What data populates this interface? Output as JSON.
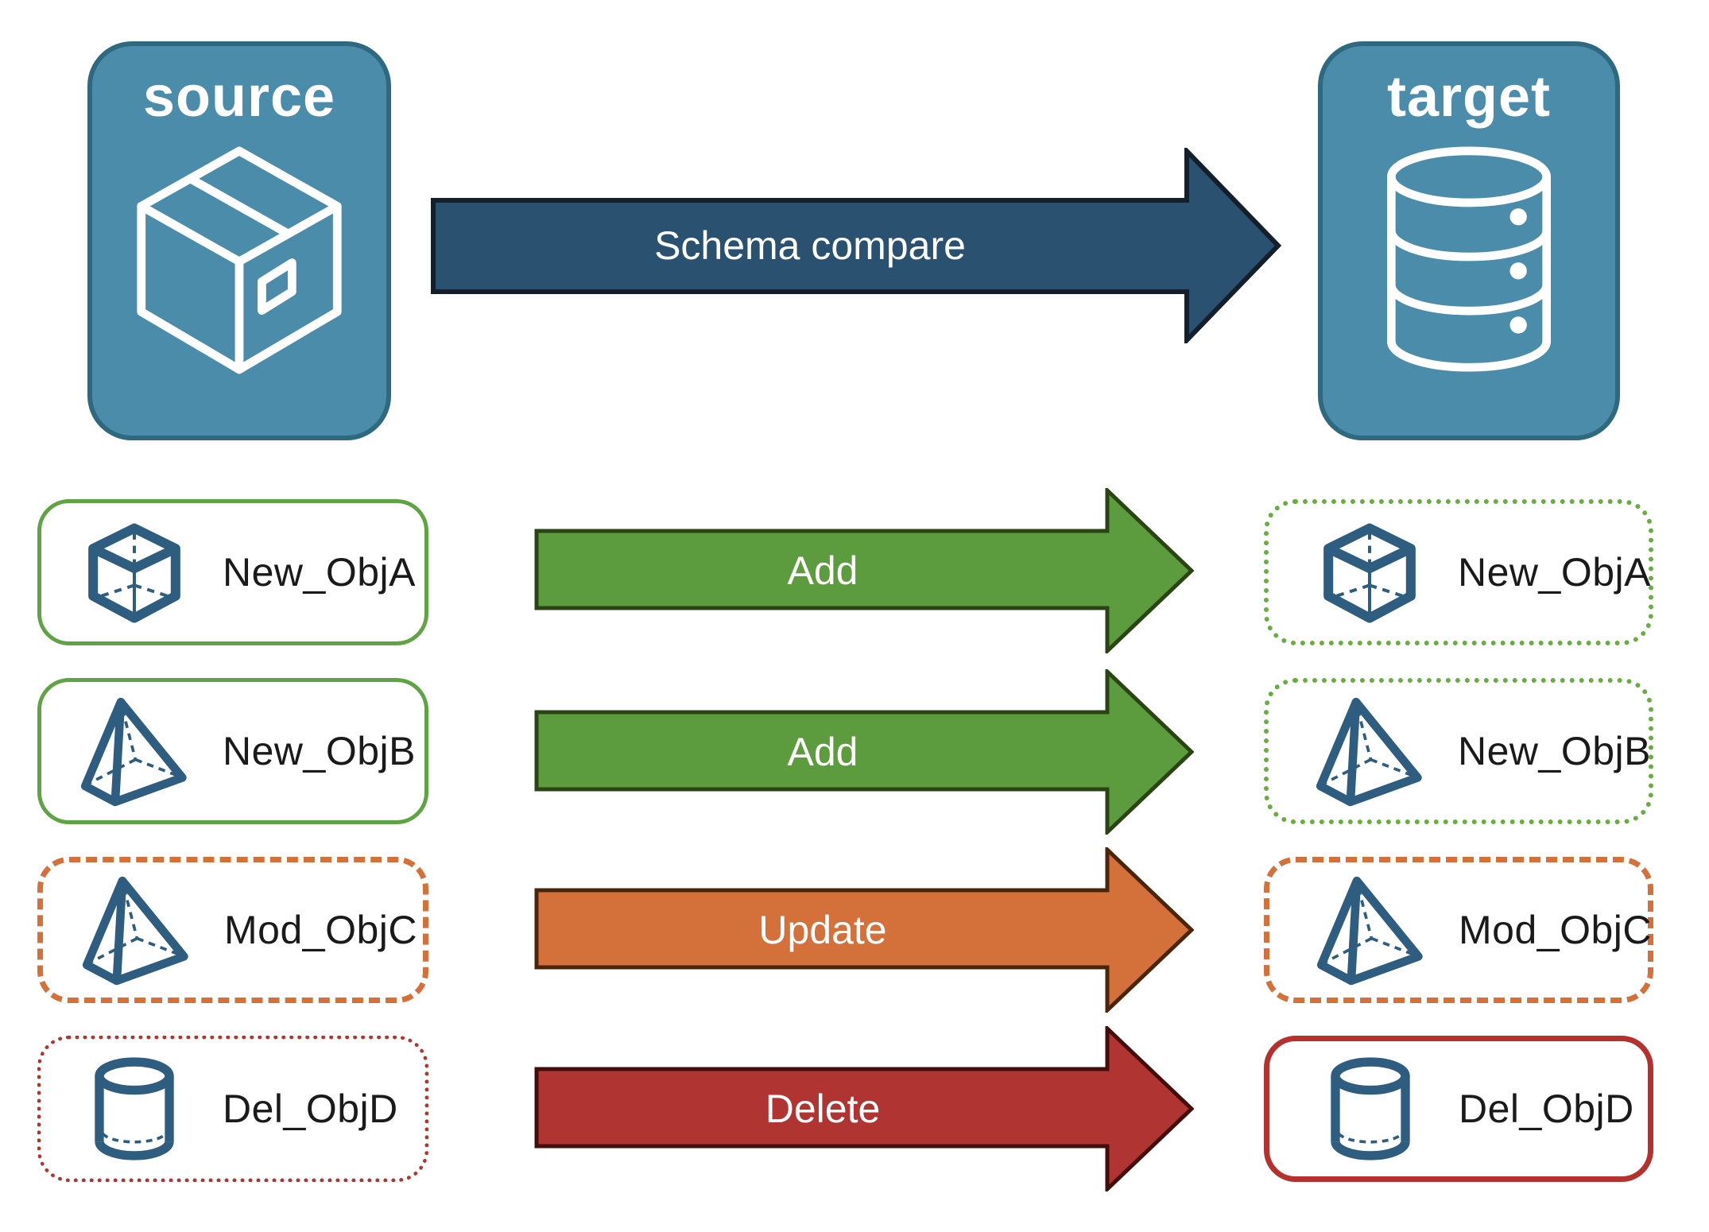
{
  "background": "#FFFFFF",
  "source_box": {
    "title": "source",
    "icon": "package-icon",
    "fill": "#4A8CA9",
    "border_color": "#2F6980"
  },
  "target_box": {
    "title": "target",
    "icon": "database-icon",
    "fill": "#4A8CA9",
    "border_color": "#2F6980"
  },
  "compare_arrow": {
    "label": "Schema compare",
    "fill": "#2A5170",
    "border_color": "#141F2B",
    "label_color": "#FFFFFF"
  },
  "rows": [
    {
      "object": "New_ObjA",
      "icon": "cube-icon",
      "action": "Add",
      "arrow_fill": "#5C9C3F",
      "arrow_border": "#2B4414",
      "source_card": {
        "border_style": "solid",
        "border_color": "#5FA344",
        "border_width": 5
      },
      "target_card": {
        "border_style": "dotted",
        "border_color": "#69AC40",
        "border_width": 6
      }
    },
    {
      "object": "New_ObjB",
      "icon": "pyramid-icon",
      "action": "Add",
      "arrow_fill": "#5C9C3F",
      "arrow_border": "#2B4414",
      "source_card": {
        "border_style": "solid",
        "border_color": "#5FA344",
        "border_width": 5
      },
      "target_card": {
        "border_style": "dotted",
        "border_color": "#69AC40",
        "border_width": 6
      }
    },
    {
      "object": "Mod_ObjC",
      "icon": "pyramid-icon",
      "action": "Update",
      "arrow_fill": "#D4713B",
      "arrow_border": "#4A2508",
      "source_card": {
        "border_style": "dashed",
        "border_color": "#D4713B",
        "border_width": 7
      },
      "target_card": {
        "border_style": "dashed",
        "border_color": "#D4713B",
        "border_width": 7
      }
    },
    {
      "object": "Del_ObjD",
      "icon": "cylinder-icon",
      "action": "Delete",
      "arrow_fill": "#B03431",
      "arrow_border": "#430D0B",
      "source_card": {
        "border_style": "dotted",
        "border_color": "#B03431",
        "border_width": 5
      },
      "target_card": {
        "border_style": "solid",
        "border_color": "#B5312E",
        "border_width": 7
      }
    }
  ],
  "object_icon_color": "#2E5D80",
  "object_label_color": "#1A1A1A"
}
